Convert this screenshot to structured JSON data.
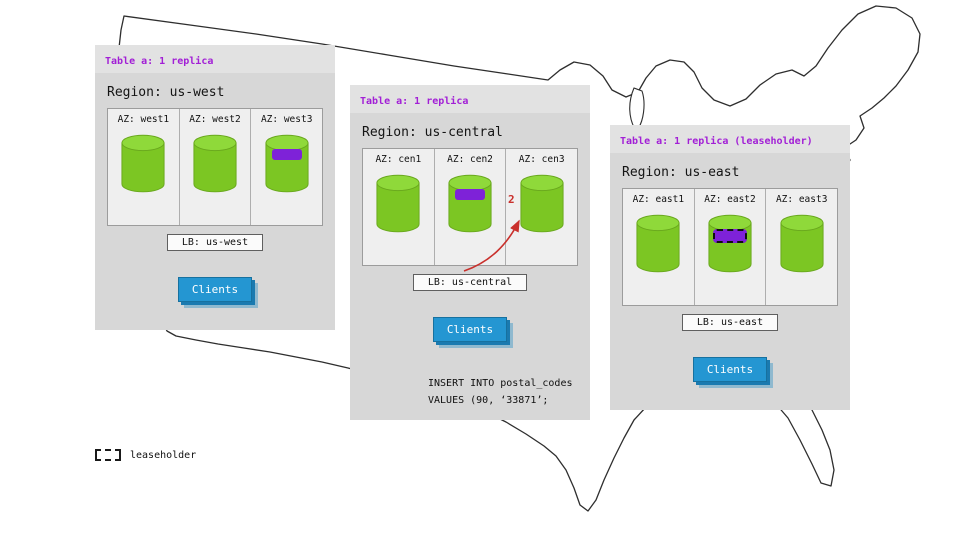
{
  "colors": {
    "accent": "#a21fd6",
    "replica": "#7e22d8",
    "node": "#7cc623",
    "node_top": "#8fd93a",
    "clients": "#2496d2",
    "arrow": "#c9302c"
  },
  "panels": [
    {
      "title": "Table a: 1 replica",
      "region": "Region: us-west",
      "azs": [
        {
          "label": "AZ: west1",
          "marker": ""
        },
        {
          "label": "AZ: west2",
          "marker": ""
        },
        {
          "label": "AZ: west3",
          "marker": "replica"
        }
      ],
      "lb": "LB: us-west",
      "clients": "Clients"
    },
    {
      "title": "Table a: 1 replica",
      "region": "Region: us-central",
      "azs": [
        {
          "label": "AZ: cen1",
          "marker": ""
        },
        {
          "label": "AZ: cen2",
          "marker": "replica"
        },
        {
          "label": "AZ: cen3",
          "marker": ""
        }
      ],
      "lb": "LB: us-central",
      "clients": "Clients"
    },
    {
      "title": "Table a: 1 replica (leaseholder)",
      "region": "Region: us-east",
      "azs": [
        {
          "label": "AZ: east1",
          "marker": ""
        },
        {
          "label": "AZ: east2",
          "marker": "leaseholder"
        },
        {
          "label": "AZ: east3",
          "marker": ""
        }
      ],
      "lb": "LB: us-east",
      "clients": "Clients"
    }
  ],
  "sql": {
    "line1": "INSERT INTO postal_codes",
    "line2": "VALUES (90, ‘33871’;"
  },
  "arrow": {
    "label": "2"
  },
  "legend": {
    "label": "leaseholder"
  }
}
